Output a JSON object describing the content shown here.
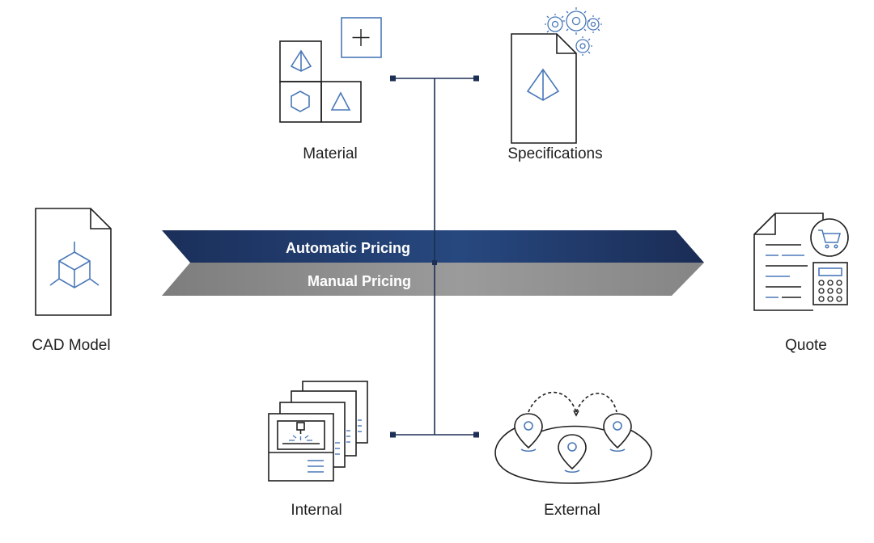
{
  "nodes": {
    "cad_model": "CAD Model",
    "material": "Material",
    "specifications": "Specifications",
    "internal": "Internal",
    "external": "External",
    "quote": "Quote"
  },
  "banners": {
    "automatic": "Automatic Pricing",
    "manual": "Manual Pricing"
  },
  "colors": {
    "accent_blue": "#4a78b8",
    "navy": "#1f3b6e",
    "gray_band": "#8c8c8c",
    "line": "#1c2f55",
    "icon_stroke": "#1f1f1f"
  }
}
